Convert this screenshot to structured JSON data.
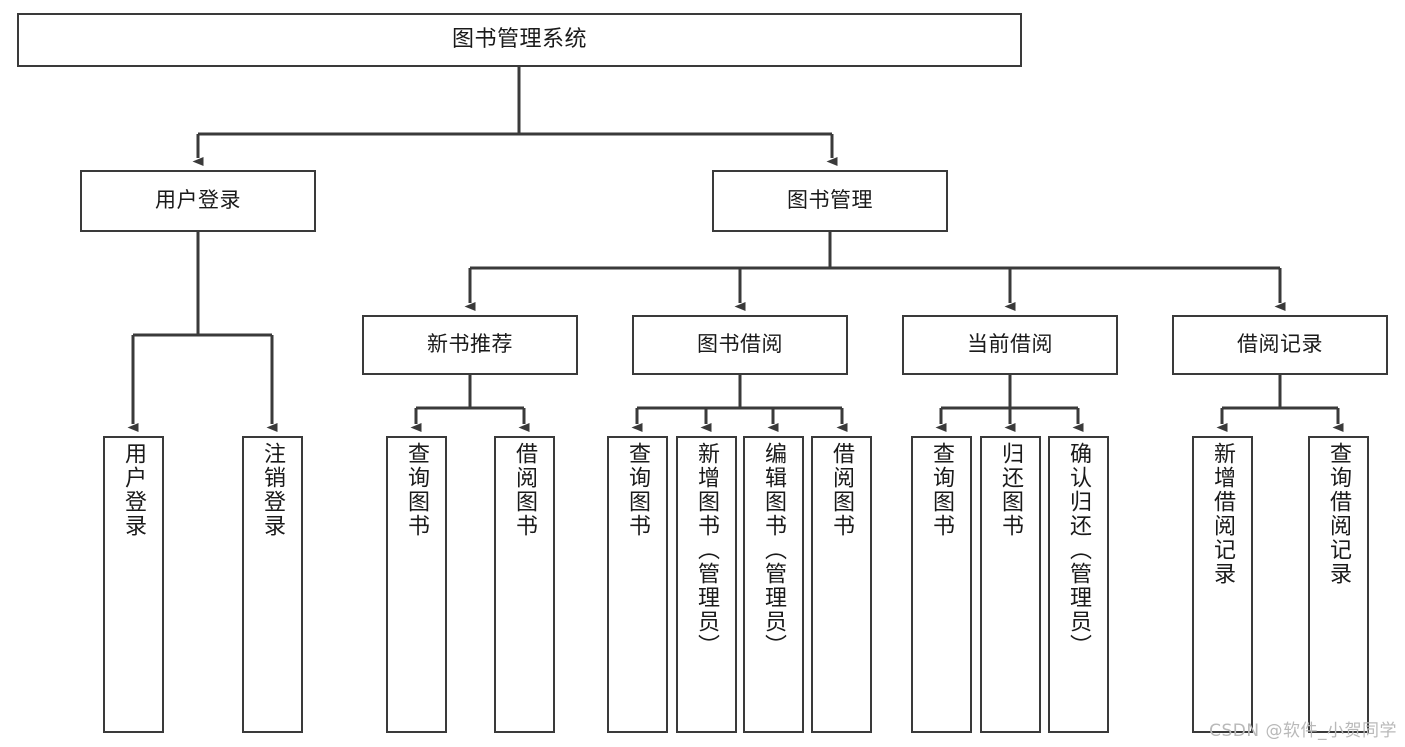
{
  "diagram": {
    "type": "tree",
    "title": "图书管理系统",
    "watermark": "CSDN @软件_小贺同学",
    "colors": {
      "node_border": "#3a3a3a",
      "node_fill": "#ffffff",
      "edge": "#3a3a3a",
      "text": "#1a1a1a",
      "watermark": "#b9b9b9",
      "background": "#ffffff"
    },
    "nodes": {
      "root": {
        "label": "图书管理系统"
      },
      "level2": [
        {
          "id": "user-login",
          "label": "用户登录"
        },
        {
          "id": "book-manage",
          "label": "图书管理"
        }
      ],
      "level3": [
        {
          "id": "new-book-recommend",
          "label": "新书推荐"
        },
        {
          "id": "book-borrow",
          "label": "图书借阅"
        },
        {
          "id": "current-borrow",
          "label": "当前借阅"
        },
        {
          "id": "borrow-record",
          "label": "借阅记录"
        }
      ],
      "leaves": {
        "user-login": [
          {
            "id": "leaf-user-login",
            "label": "用户登录"
          },
          {
            "id": "leaf-logout-login",
            "label": "注销登录"
          }
        ],
        "new-book-recommend": [
          {
            "id": "leaf-query-book-1",
            "label": "查询图书"
          },
          {
            "id": "leaf-borrow-book-1",
            "label": "借阅图书"
          }
        ],
        "book-borrow": [
          {
            "id": "leaf-query-book-2",
            "label": "查询图书"
          },
          {
            "id": "leaf-add-book",
            "label": "新增图书（管理员）"
          },
          {
            "id": "leaf-edit-book",
            "label": "编辑图书（管理员）"
          },
          {
            "id": "leaf-borrow-book-2",
            "label": "借阅图书"
          }
        ],
        "current-borrow": [
          {
            "id": "leaf-query-book-3",
            "label": "查询图书"
          },
          {
            "id": "leaf-return-book",
            "label": "归还图书"
          },
          {
            "id": "leaf-confirm-return",
            "label": "确认归还（管理员）"
          }
        ],
        "borrow-record": [
          {
            "id": "leaf-add-record",
            "label": "新增借阅记录"
          },
          {
            "id": "leaf-query-record",
            "label": "查询借阅记录"
          }
        ]
      }
    }
  }
}
